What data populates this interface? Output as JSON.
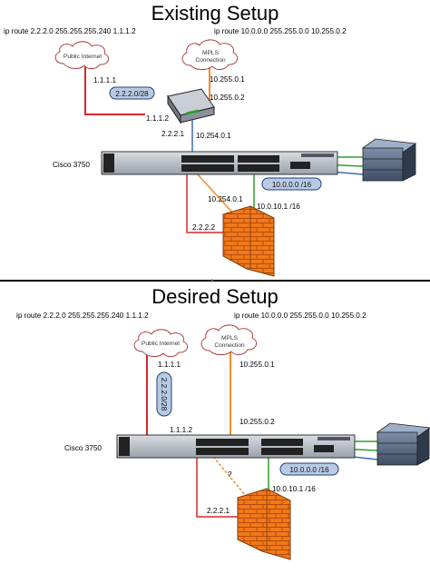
{
  "existing": {
    "title": "Existing Setup",
    "route_left": "ip route 2.2.2.0 255.255.255.240 1.1.1.2",
    "route_right": "ip route 10.0.0.0 255.255.0.0 10.255.0.2",
    "cloud_internet": "Public Internet",
    "cloud_mpls_1": "MPLS",
    "cloud_mpls_2": "Connection",
    "lbl_1111": "1.1.1.1",
    "pill_public": "2.2.2.0/28",
    "lbl_1112": "1.1.1.2",
    "lbl_10255_01": "10.255.0.1",
    "lbl_10255_02": "10.255.0.2",
    "lbl_2221": "2.2.2.1",
    "lbl_10254_01_a": "10.254.0.1",
    "switch_label": "Cisco 3750",
    "pill_lan": "10.0.0.0 /16",
    "lbl_10254_01_b": "10.254.0.1",
    "lbl_10010": "10.0.10.1 /16",
    "lbl_2222": "2.2.2.2"
  },
  "desired": {
    "title": "Desired Setup",
    "route_left": "ip route 2.2.2.0 255.255.255.240 1.1.1.2",
    "route_right": "ip route 10.0.0.0 255.255.0.0 10.255.0.2",
    "cloud_internet": "Public Internet",
    "cloud_mpls_1": "MPLS",
    "cloud_mpls_2": "Connection",
    "lbl_1111": "1.1.1.1",
    "pill_public": "2.2.2.0/28",
    "lbl_10255_01": "10.255.0.1",
    "lbl_1112": "1.1.1.2",
    "lbl_10255_02": "10.255.0.2",
    "switch_label": "Cisco 3750",
    "pill_lan": "10.0.0.0 /16",
    "lbl_question": "?",
    "lbl_10010": "10.0.10.1 /16",
    "lbl_2221": "2.2.2.1"
  },
  "colors": {
    "internet_link": "#d9262c",
    "mpls_link": "#f28c28",
    "lan_link": "#2ca02c",
    "internal_link": "#3a6fb0",
    "pill_fill": "#b9cbe4",
    "pill_stroke": "#1f3f7a",
    "firewall": "#f07a1a"
  }
}
